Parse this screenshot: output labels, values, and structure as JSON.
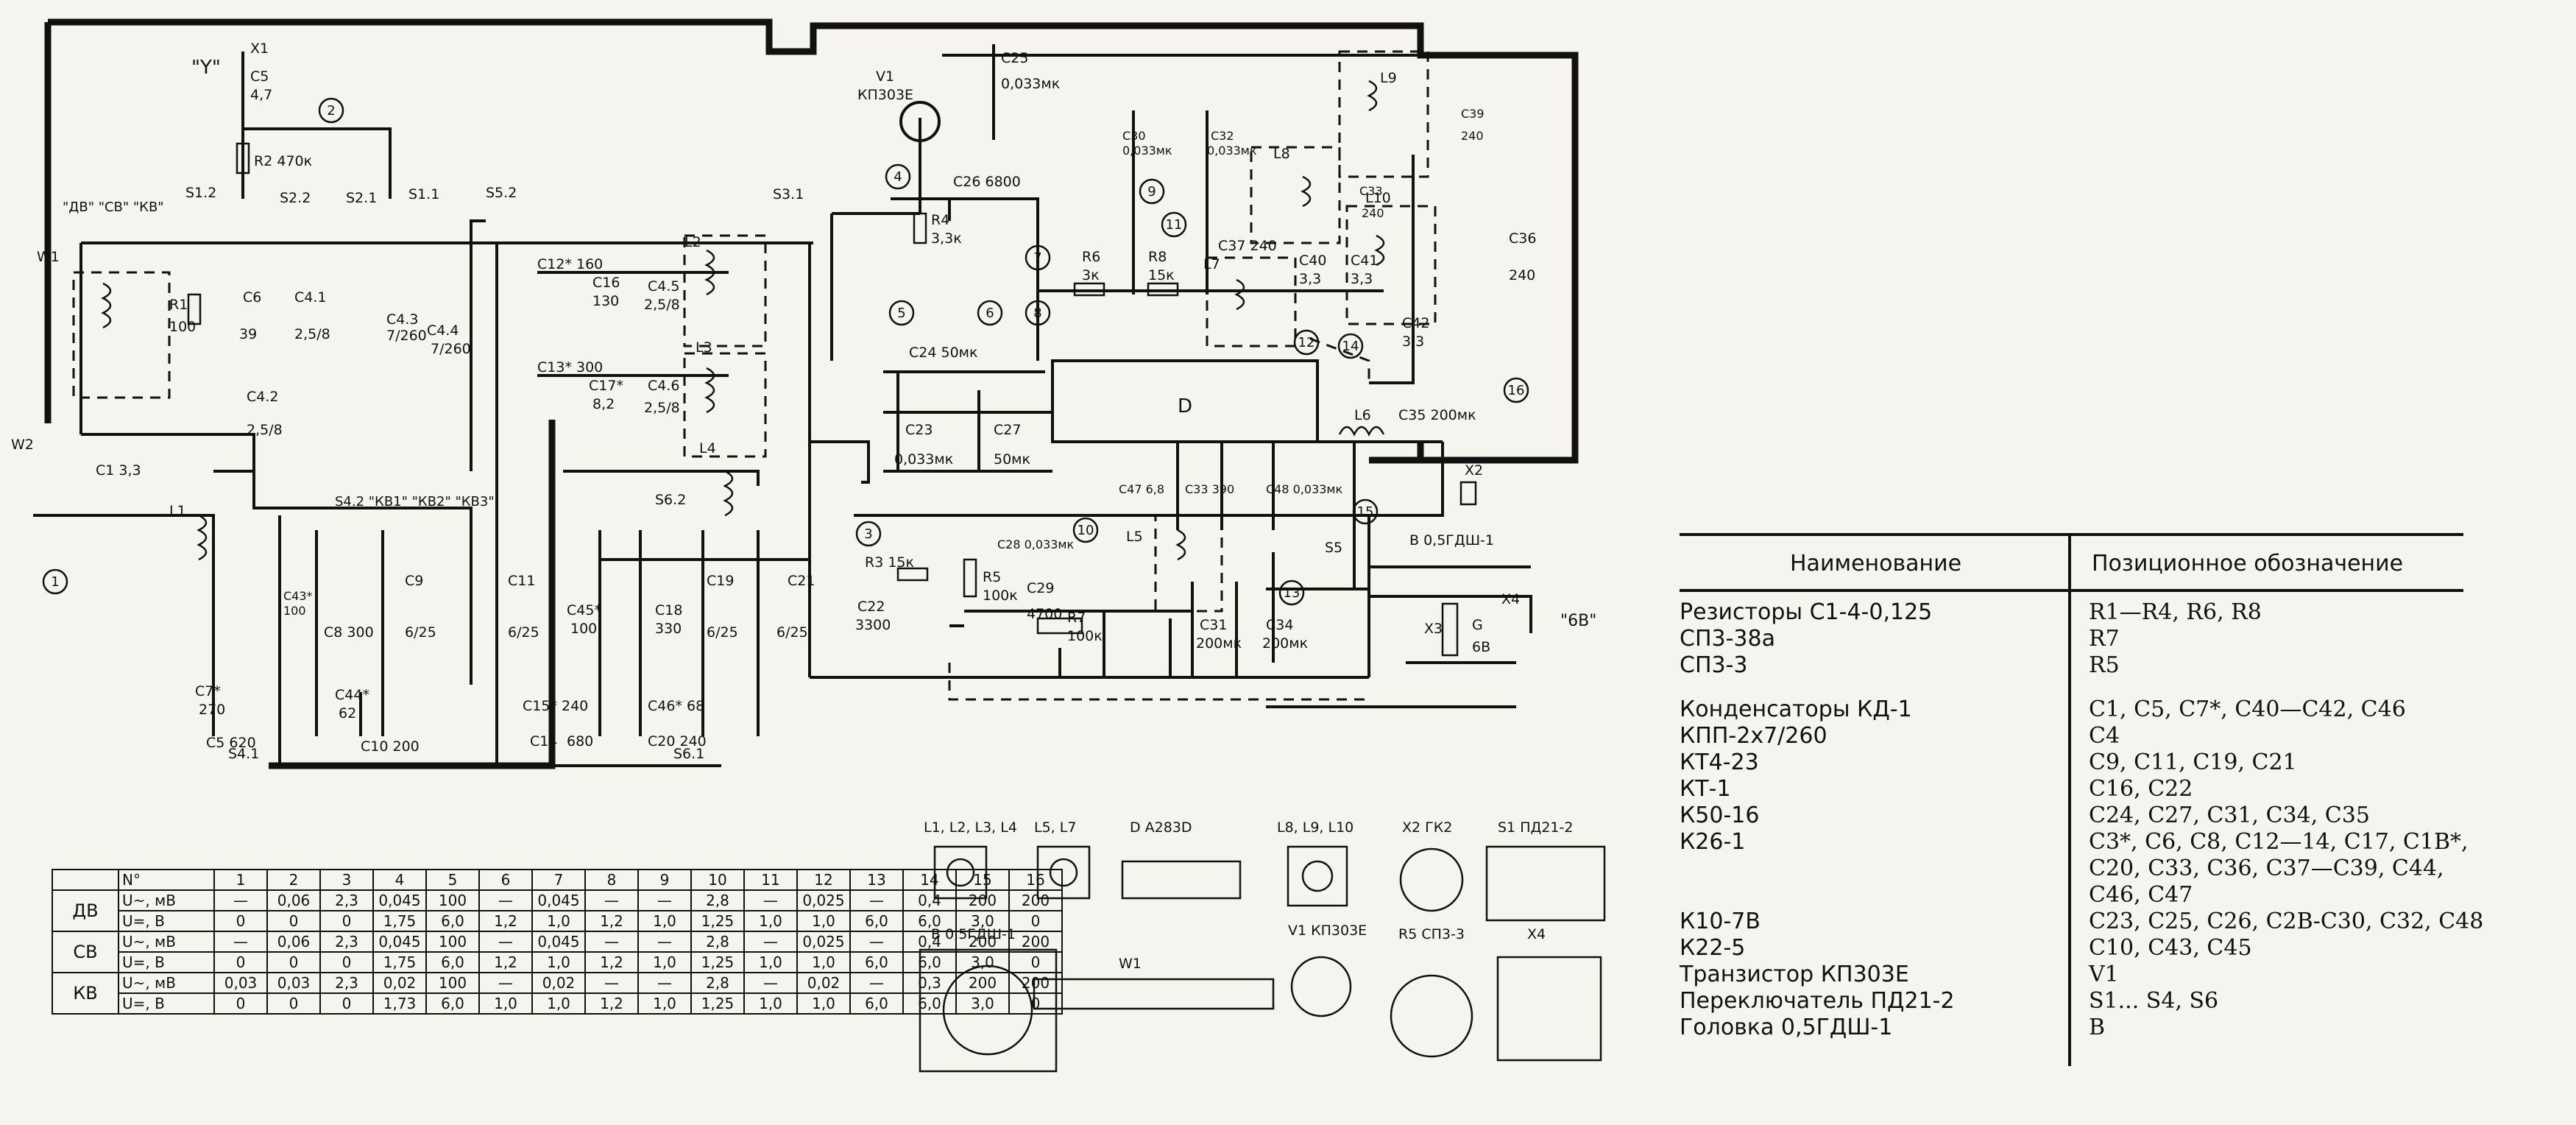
{
  "schematic": {
    "components": [
      {
        "id": "ant",
        "text": "\"Y\""
      },
      {
        "id": "X1",
        "text": "X1"
      },
      {
        "id": "C5",
        "text": "C5"
      },
      {
        "id": "C5v",
        "text": "4,7"
      },
      {
        "id": "R2",
        "text": "R2 470к"
      },
      {
        "id": "band",
        "text": "\"ДВ\" \"СВ\" \"КВ\""
      },
      {
        "id": "W1",
        "text": "W1"
      },
      {
        "id": "W2",
        "text": "W2"
      },
      {
        "id": "R1",
        "text": "R1"
      },
      {
        "id": "R1v",
        "text": "100"
      },
      {
        "id": "C6",
        "text": "C6"
      },
      {
        "id": "C6v",
        "text": "39"
      },
      {
        "id": "C41",
        "text": "C4.1"
      },
      {
        "id": "C41v",
        "text": "2,5/8"
      },
      {
        "id": "C43",
        "text": "C4.3"
      },
      {
        "id": "C43v",
        "text": "7/260"
      },
      {
        "id": "C42",
        "text": "C4.2"
      },
      {
        "id": "C42v",
        "text": "2,5/8"
      },
      {
        "id": "C44",
        "text": "C4.4"
      },
      {
        "id": "C44v",
        "text": "7/260"
      },
      {
        "id": "C1",
        "text": "C1 3,3"
      },
      {
        "id": "L1",
        "text": "L1"
      },
      {
        "id": "S12",
        "text": "S1.2"
      },
      {
        "id": "S22",
        "text": "S2.2"
      },
      {
        "id": "S21",
        "text": "S2.1"
      },
      {
        "id": "S11",
        "text": "S1.1"
      },
      {
        "id": "S52",
        "text": "S5.2"
      },
      {
        "id": "S31",
        "text": "S3.1"
      },
      {
        "id": "S42",
        "text": "S4.2 \"КВ1\" \"КВ2\" \"КВ3\""
      },
      {
        "id": "S62",
        "text": "S6.2"
      },
      {
        "id": "S41",
        "text": "S4.1"
      },
      {
        "id": "S61",
        "text": "S6.1"
      },
      {
        "id": "C12",
        "text": "C12* 160"
      },
      {
        "id": "C13",
        "text": "C13* 300"
      },
      {
        "id": "C16",
        "text": "C16"
      },
      {
        "id": "C16v",
        "text": "130"
      },
      {
        "id": "C45",
        "text": "C4.5"
      },
      {
        "id": "C45v",
        "text": "2,5/8"
      },
      {
        "id": "C17",
        "text": "C17*"
      },
      {
        "id": "C17v",
        "text": "8,2"
      },
      {
        "id": "C46",
        "text": "C4.6"
      },
      {
        "id": "C46v",
        "text": "2,5/8"
      },
      {
        "id": "L2",
        "text": "L2"
      },
      {
        "id": "L3",
        "text": "L3"
      },
      {
        "id": "L4",
        "text": "L4"
      },
      {
        "id": "C9",
        "text": "C9"
      },
      {
        "id": "C9v",
        "text": "6/25"
      },
      {
        "id": "C11",
        "text": "C11"
      },
      {
        "id": "C11v",
        "text": "6/25"
      },
      {
        "id": "C43b",
        "text": "C43*"
      },
      {
        "id": "C43bv",
        "text": "100"
      },
      {
        "id": "C8",
        "text": "C8 300"
      },
      {
        "id": "C7",
        "text": "C7*"
      },
      {
        "id": "C7v",
        "text": "270"
      },
      {
        "id": "C44b",
        "text": "C44*"
      },
      {
        "id": "C44bv",
        "text": "62"
      },
      {
        "id": "C5b",
        "text": "C5 620"
      },
      {
        "id": "C10",
        "text": "C10 200"
      },
      {
        "id": "C45b",
        "text": "C45*"
      },
      {
        "id": "C45bv",
        "text": "100"
      },
      {
        "id": "C18",
        "text": "C18"
      },
      {
        "id": "C18v",
        "text": "330"
      },
      {
        "id": "C19",
        "text": "C19"
      },
      {
        "id": "C19v",
        "text": "6/25"
      },
      {
        "id": "C21",
        "text": "C21"
      },
      {
        "id": "C21v",
        "text": "6/25"
      },
      {
        "id": "C15",
        "text": "C15* 240"
      },
      {
        "id": "C14",
        "text": "C14"
      },
      {
        "id": "C14v",
        "text": "680"
      },
      {
        "id": "C46b",
        "text": "C46* 68"
      },
      {
        "id": "C20",
        "text": "C20 240"
      },
      {
        "id": "V1",
        "text": "V1"
      },
      {
        "id": "V1t",
        "text": "КП303Е"
      },
      {
        "id": "C25",
        "text": "C25"
      },
      {
        "id": "C25v",
        "text": "0,033мк"
      },
      {
        "id": "C26",
        "text": "C26 6800"
      },
      {
        "id": "R4",
        "text": "R4"
      },
      {
        "id": "R4v",
        "text": "3,3к"
      },
      {
        "id": "C30",
        "text": "C30"
      },
      {
        "id": "C30v",
        "text": "0,033мк"
      },
      {
        "id": "C32",
        "text": "C32"
      },
      {
        "id": "C32v",
        "text": "0,033мк"
      },
      {
        "id": "R6",
        "text": "R6"
      },
      {
        "id": "R6v",
        "text": "3к"
      },
      {
        "id": "R8",
        "text": "R8"
      },
      {
        "id": "R8v",
        "text": "15к"
      },
      {
        "id": "C37",
        "text": "C37 240"
      },
      {
        "id": "L7",
        "text": "L7"
      },
      {
        "id": "C40",
        "text": "C40"
      },
      {
        "id": "C40v",
        "text": "3,3"
      },
      {
        "id": "C41b",
        "text": "C41"
      },
      {
        "id": "C41bv",
        "text": "3,3"
      },
      {
        "id": "C42b",
        "text": "C42"
      },
      {
        "id": "C42bv",
        "text": "3,3"
      },
      {
        "id": "L8",
        "text": "L8"
      },
      {
        "id": "L9",
        "text": "L9"
      },
      {
        "id": "L10",
        "text": "L10"
      },
      {
        "id": "C33",
        "text": "C33"
      },
      {
        "id": "C33v",
        "text": "240"
      },
      {
        "id": "C39",
        "text": "C39"
      },
      {
        "id": "C39v",
        "text": "240"
      },
      {
        "id": "C36",
        "text": "C36"
      },
      {
        "id": "C36v",
        "text": "240"
      },
      {
        "id": "C24",
        "text": "C24 50мк"
      },
      {
        "id": "C23",
        "text": "C23"
      },
      {
        "id": "C23v",
        "text": "0,033мк"
      },
      {
        "id": "C27",
        "text": "C27"
      },
      {
        "id": "C27v",
        "text": "50мк"
      },
      {
        "id": "D",
        "text": "D"
      },
      {
        "id": "L6",
        "text": "L6"
      },
      {
        "id": "C35",
        "text": "C35 200мк"
      },
      {
        "id": "C47",
        "text": "C47 6,8"
      },
      {
        "id": "C33b",
        "text": "C33 390"
      },
      {
        "id": "C48",
        "text": "C48 0,033мк"
      },
      {
        "id": "L5",
        "text": "L5"
      },
      {
        "id": "S5",
        "text": "S5"
      },
      {
        "id": "R3",
        "text": "R3 15к"
      },
      {
        "id": "C22",
        "text": "C22"
      },
      {
        "id": "C22v",
        "text": "3300"
      },
      {
        "id": "C28",
        "text": "C28 0,033мк"
      },
      {
        "id": "R5",
        "text": "R5"
      },
      {
        "id": "R5v",
        "text": "100к"
      },
      {
        "id": "C29",
        "text": "C29"
      },
      {
        "id": "C29v",
        "text": "4700"
      },
      {
        "id": "R7",
        "text": "R7"
      },
      {
        "id": "R7v",
        "text": "100к"
      },
      {
        "id": "C31",
        "text": "C31"
      },
      {
        "id": "C31v",
        "text": "200мк"
      },
      {
        "id": "C34",
        "text": "C34"
      },
      {
        "id": "C34v",
        "text": "200мк"
      },
      {
        "id": "X2",
        "text": "X2"
      },
      {
        "id": "B",
        "text": "B 0,5ГДШ-1"
      },
      {
        "id": "X3",
        "text": "X3"
      },
      {
        "id": "X4",
        "text": "X4"
      },
      {
        "id": "G",
        "text": "G"
      },
      {
        "id": "Gv",
        "text": "6В"
      },
      {
        "id": "ext",
        "text": "\"6В\""
      }
    ],
    "nodes": [
      "1",
      "2",
      "3",
      "4",
      "5",
      "6",
      "7",
      "8",
      "9",
      "10",
      "11",
      "12",
      "13",
      "14",
      "15",
      "16"
    ]
  },
  "parts_list": {
    "headers": [
      "Наименование",
      "Позиционное обозначение"
    ],
    "rows": [
      {
        "name": "Резисторы  С1-4-0,125",
        "des": "R1—R4,   R6,  R8"
      },
      {
        "name": "                    СП3-38а",
        "des": "R7"
      },
      {
        "name": "                    СП3-3",
        "des": "R5"
      },
      {
        "name": "Конденсаторы  КД-1",
        "des": "C1,  C5,  C7*,  C40—C42,  C46"
      },
      {
        "name": "                        КПП-2х7/260",
        "des": "C4"
      },
      {
        "name": "                        КТ4-23",
        "des": "C9,  C11,  C19,   C21"
      },
      {
        "name": "                        КТ-1",
        "des": "C16,  C22"
      },
      {
        "name": "                        К50-16",
        "des": "C24, C27,  C31,  C34,  C35"
      },
      {
        "name": "                        К26-1",
        "des": "C3*, C6,  C8,  C12—14, C17, C1B*,"
      },
      {
        "name": "",
        "des": "C20,  C33,  C36,  C37—C39, C44,"
      },
      {
        "name": "",
        "des": "C46,  C47"
      },
      {
        "name": "                        К10-7В",
        "des": "C23,   C25, C26, C2В-C30, C32, C48"
      },
      {
        "name": "                        К22-5",
        "des": "C10,  C43,  C45"
      },
      {
        "name": "Транзистор  КП303Е",
        "des": "V1"
      },
      {
        "name": "Переключатель  ПД21-2",
        "des": "S1...  S4,  S6"
      },
      {
        "name": "Головка  0,5ГДШ-1",
        "des": "B"
      }
    ]
  },
  "voltage_table": {
    "pin_header": "N°",
    "pins": [
      "1",
      "2",
      "3",
      "4",
      "5",
      "6",
      "7",
      "8",
      "9",
      "10",
      "11",
      "12",
      "13",
      "14",
      "15",
      "16"
    ],
    "groups": [
      {
        "band": "ДВ",
        "rows": [
          {
            "label": "U~, мВ",
            "v": [
              "—",
              "0,06",
              "2,3",
              "0,045",
              "100",
              "—",
              "0,045",
              "—",
              "—",
              "2,8",
              "—",
              "0,025",
              "—",
              "0,4",
              "200",
              "200"
            ]
          },
          {
            "label": "U=, В",
            "v": [
              "0",
              "0",
              "0",
              "1,75",
              "6,0",
              "1,2",
              "1,0",
              "1,2",
              "1,0",
              "1,25",
              "1,0",
              "1,0",
              "6,0",
              "6,0",
              "3,0",
              "0"
            ]
          }
        ]
      },
      {
        "band": "СВ",
        "rows": [
          {
            "label": "U~, мВ",
            "v": [
              "—",
              "0,06",
              "2,3",
              "0,045",
              "100",
              "—",
              "0,045",
              "—",
              "—",
              "2,8",
              "—",
              "0,025",
              "—",
              "0,4",
              "200",
              "200"
            ]
          },
          {
            "label": "U=, В",
            "v": [
              "0",
              "0",
              "0",
              "1,75",
              "6,0",
              "1,2",
              "1,0",
              "1,2",
              "1,0",
              "1,25",
              "1,0",
              "1,0",
              "6,0",
              "6,0",
              "3,0",
              "0"
            ]
          }
        ]
      },
      {
        "band": "КВ",
        "rows": [
          {
            "label": "U~, мВ",
            "v": [
              "0,03",
              "0,03",
              "2,3",
              "0,02",
              "100",
              "—",
              "0,02",
              "—",
              "—",
              "2,8",
              "—",
              "0,02",
              "—",
              "0,3",
              "200",
              "200"
            ]
          },
          {
            "label": "U=, В",
            "v": [
              "0",
              "0",
              "0",
              "1,73",
              "6,0",
              "1,0",
              "1,0",
              "1,2",
              "1,0",
              "1,25",
              "1,0",
              "1,0",
              "6,0",
              "6,0",
              "3,0",
              "0"
            ]
          }
        ]
      }
    ]
  },
  "drawings": [
    {
      "id": "coils1",
      "title": "L1, L2, L3, L4"
    },
    {
      "id": "coils2",
      "title": "L5, L7"
    },
    {
      "id": "ic",
      "title": "D  A283D"
    },
    {
      "id": "coils3",
      "title": "L8, L9, L10"
    },
    {
      "id": "x2",
      "title": "X2 ГК2"
    },
    {
      "id": "s1",
      "title": "S1  ПД21-2"
    },
    {
      "id": "spk",
      "title": "B  0,5ГДШ-1"
    },
    {
      "id": "w1",
      "title": "W1"
    },
    {
      "id": "v1",
      "title": "V1  КП303Е"
    },
    {
      "id": "r5",
      "title": "R5   СП3-3"
    },
    {
      "id": "x4",
      "title": "X4"
    }
  ]
}
